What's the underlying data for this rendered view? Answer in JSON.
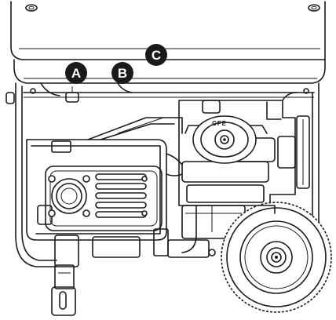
{
  "callouts": [
    {
      "id": "A",
      "label": "A"
    },
    {
      "id": "B",
      "label": "B"
    },
    {
      "id": "C",
      "label": "C"
    }
  ],
  "engine_marking": "CFE",
  "colors": {
    "line": "#1a1a1a",
    "background": "#ffffff",
    "callout_fill": "#1a1a1a",
    "callout_text": "#ffffff"
  }
}
